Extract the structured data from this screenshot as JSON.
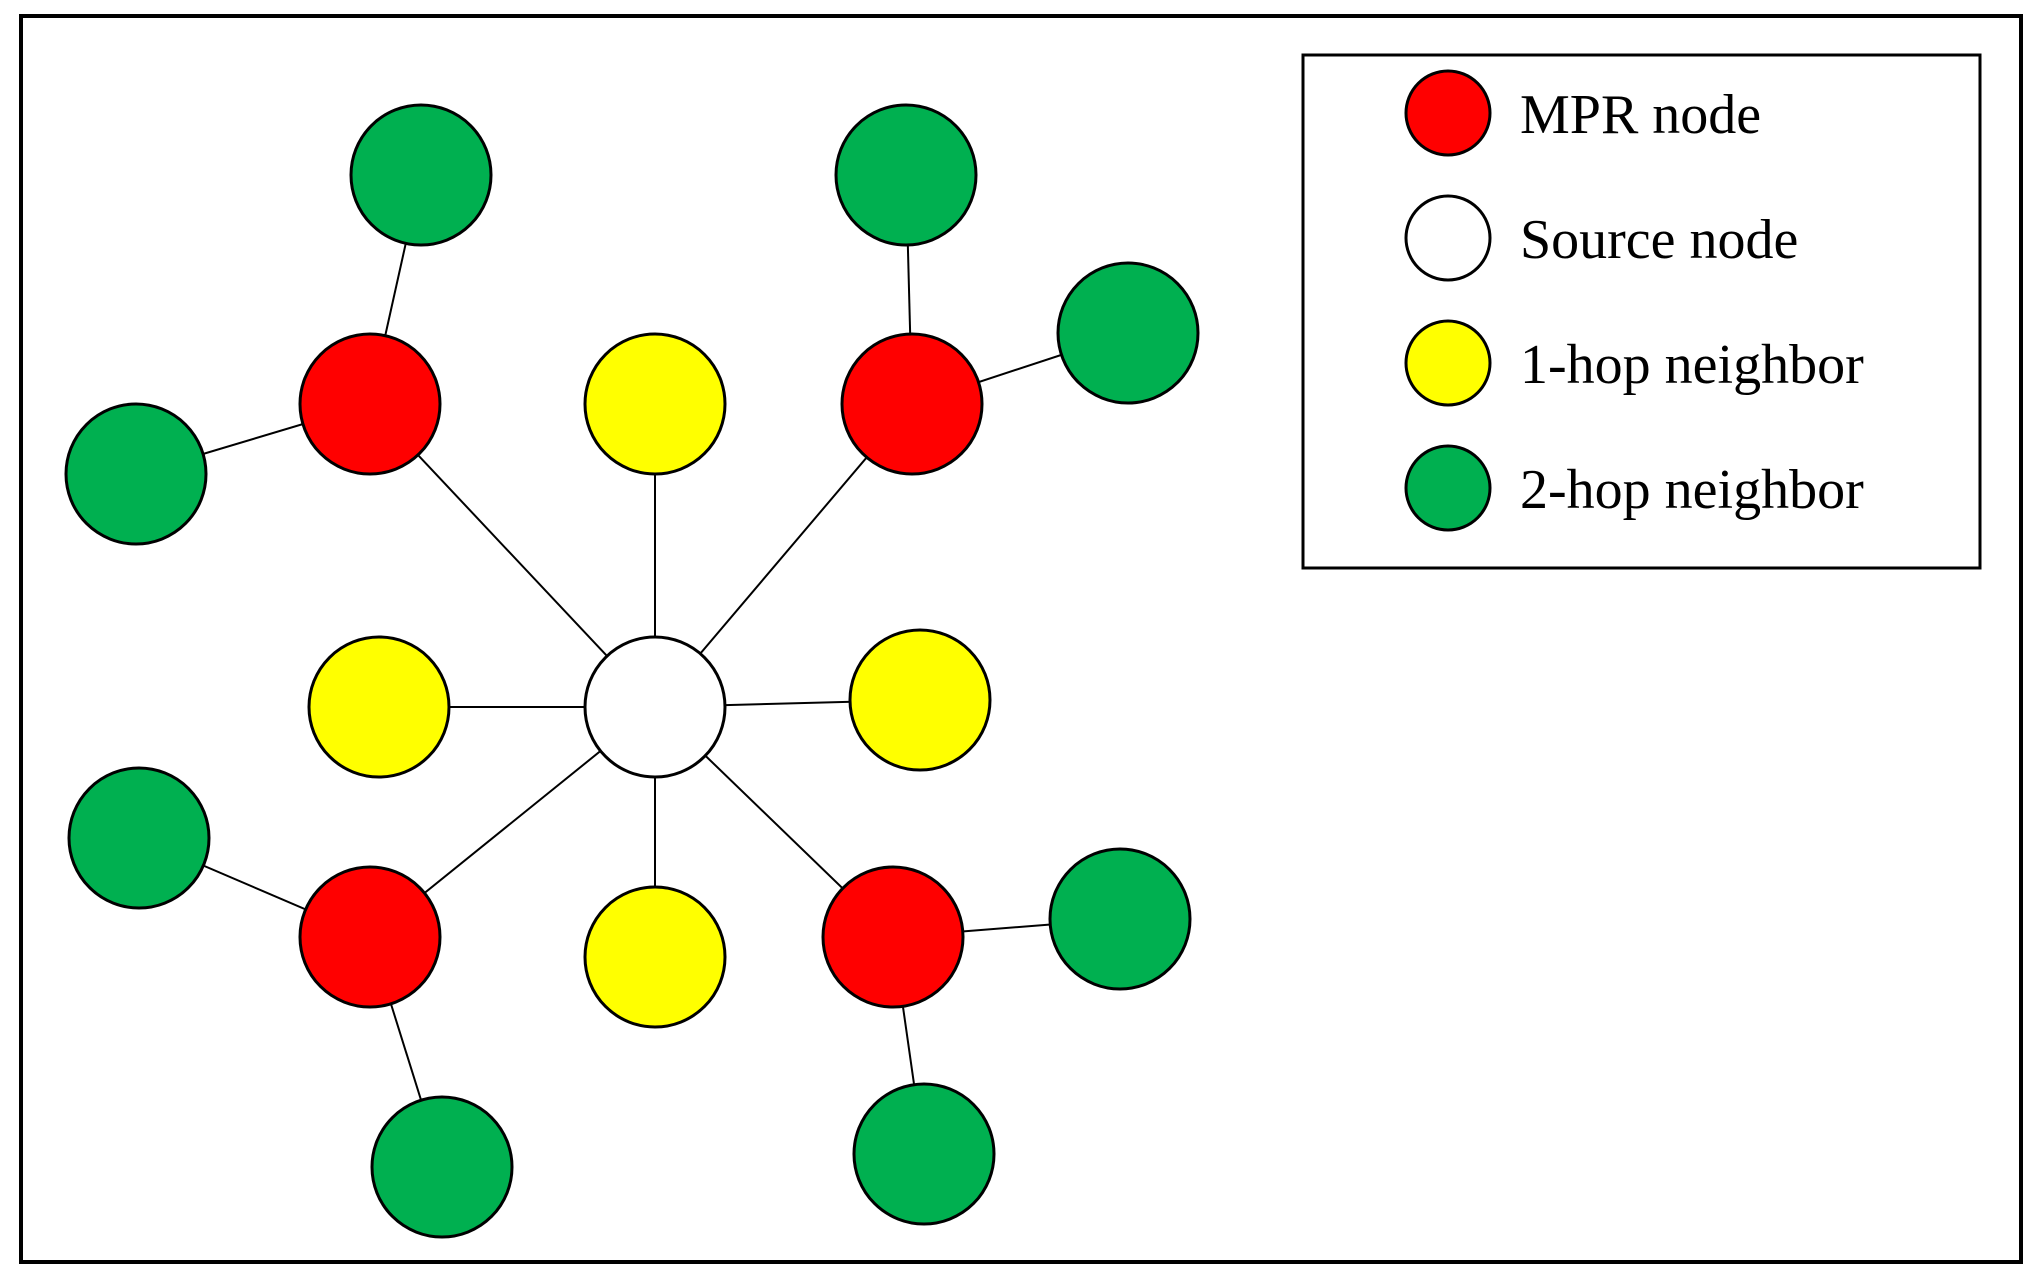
{
  "colors": {
    "mpr": "#ff0000",
    "source": "#ffffff",
    "one_hop": "#ffff00",
    "two_hop": "#00b050",
    "stroke": "#000000",
    "background": "#ffffff"
  },
  "legend": {
    "items": [
      {
        "key": "mpr",
        "label": "MPR node"
      },
      {
        "key": "source",
        "label": "Source node"
      },
      {
        "key": "one_hop",
        "label": "1-hop neighbor"
      },
      {
        "key": "two_hop",
        "label": "2-hop neighbor"
      }
    ]
  },
  "graph": {
    "nodes": [
      {
        "id": "S",
        "role": "source"
      },
      {
        "id": "M1",
        "role": "mpr"
      },
      {
        "id": "M2",
        "role": "mpr"
      },
      {
        "id": "M3",
        "role": "mpr"
      },
      {
        "id": "M4",
        "role": "mpr"
      },
      {
        "id": "Y1",
        "role": "one_hop"
      },
      {
        "id": "Y2",
        "role": "one_hop"
      },
      {
        "id": "Y3",
        "role": "one_hop"
      },
      {
        "id": "Y4",
        "role": "one_hop"
      },
      {
        "id": "G1",
        "role": "two_hop"
      },
      {
        "id": "G2",
        "role": "two_hop"
      },
      {
        "id": "G3",
        "role": "two_hop"
      },
      {
        "id": "G4",
        "role": "two_hop"
      },
      {
        "id": "G5",
        "role": "two_hop"
      },
      {
        "id": "G6",
        "role": "two_hop"
      },
      {
        "id": "G7",
        "role": "two_hop"
      },
      {
        "id": "G8",
        "role": "two_hop"
      }
    ],
    "edges": [
      [
        "S",
        "M1"
      ],
      [
        "S",
        "M2"
      ],
      [
        "S",
        "M3"
      ],
      [
        "S",
        "M4"
      ],
      [
        "S",
        "Y1"
      ],
      [
        "S",
        "Y2"
      ],
      [
        "S",
        "Y3"
      ],
      [
        "S",
        "Y4"
      ],
      [
        "M1",
        "G1"
      ],
      [
        "M1",
        "G2"
      ],
      [
        "M2",
        "G3"
      ],
      [
        "M2",
        "G4"
      ],
      [
        "M3",
        "G5"
      ],
      [
        "M3",
        "G6"
      ],
      [
        "M4",
        "G7"
      ],
      [
        "M4",
        "G8"
      ]
    ]
  }
}
